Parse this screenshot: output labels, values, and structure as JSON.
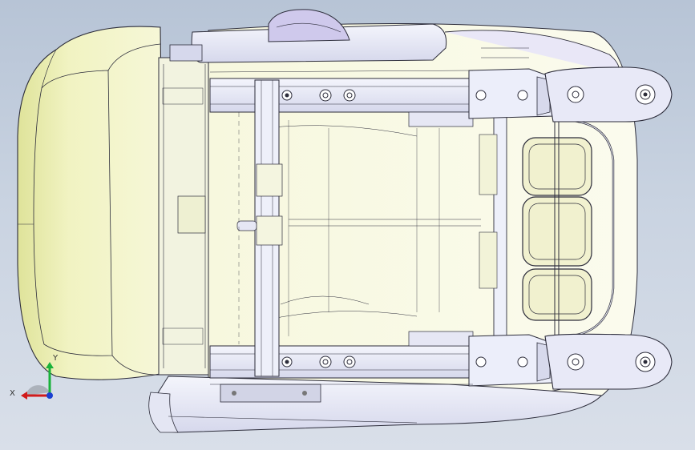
{
  "viewport": {
    "background_top": "#b7c4d6",
    "background_bottom": "#d9dfe9"
  },
  "model": {
    "subject": "seat-assembly-bottom-view",
    "cushion_color": "#f1f3c2",
    "cushion_shade": "#dfe39a",
    "frame_color": "#eef0fa",
    "metal_color": "#e2e4f3",
    "line_color": "#2c2c3a",
    "accent_purple": "#b9b2e2"
  },
  "triad": {
    "x_label": "X",
    "y_label": "Y",
    "x_color": "#d11a1a",
    "y_color": "#19b23a",
    "z_color": "#1a3fd1"
  }
}
